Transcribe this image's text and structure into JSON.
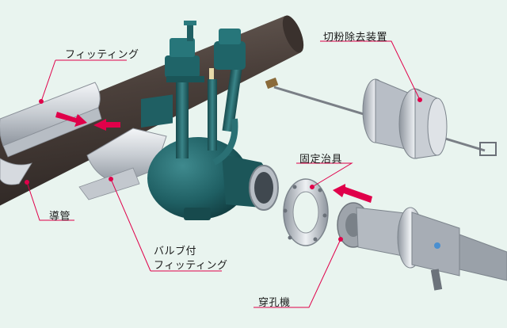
{
  "labels": {
    "fitting": "フィッティング",
    "pipe": "導管",
    "valve_fitting_line1": "バルブ付",
    "valve_fitting_line2": "フィッティング",
    "chip_remover": "切粉除去装置",
    "fixing_jig": "固定治具",
    "drilling_machine": "穿孔機"
  },
  "colors": {
    "background": "#e9f4ef",
    "pipe": "#4a3f3a",
    "valve": "#1f5f63",
    "fitting": "#c9cdd2",
    "machine": "#a7adb5",
    "arrow": "#e0004a",
    "leader": "#e0004a"
  }
}
